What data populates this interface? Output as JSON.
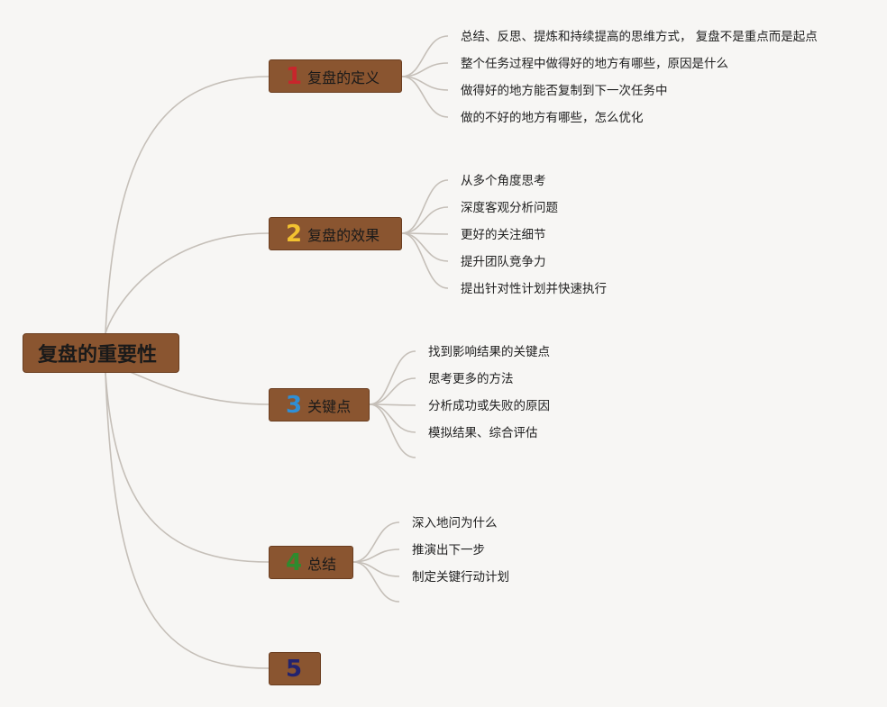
{
  "root": {
    "title": "复盘的重要性"
  },
  "branches": [
    {
      "number": "1",
      "number_color": "#c8262c",
      "title": "复盘的定义",
      "items": [
        "总结、反思、提炼和持续提高的思维方式， 复盘不是重点而是起点",
        "整个任务过程中做得好的地方有哪些，原因是什么",
        "做得好的地方能否复制到下一次任务中",
        "做的不好的地方有哪些，怎么优化"
      ]
    },
    {
      "number": "2",
      "number_color": "#f2c230",
      "title": "复盘的效果",
      "items": [
        "从多个角度思考",
        "深度客观分析问题",
        "更好的关注细节",
        "提升团队竞争力",
        "提出针对性计划并快速执行"
      ]
    },
    {
      "number": "3",
      "number_color": "#2f8fd6",
      "title": "关键点",
      "items": [
        "找到影响结果的关键点",
        "思考更多的方法",
        "分析成功或失败的原因",
        "模拟结果、综合评估"
      ]
    },
    {
      "number": "4",
      "number_color": "#2e8b2e",
      "title": "总结",
      "items": [
        "深入地问为什么",
        "推演出下一步",
        "制定关键行动计划"
      ]
    },
    {
      "number": "5",
      "number_color": "#23236e",
      "title": "",
      "items": []
    }
  ],
  "colors": {
    "node_fill": "#8a5530",
    "connector": "#c5bfb8",
    "background": "#f7f6f4"
  }
}
